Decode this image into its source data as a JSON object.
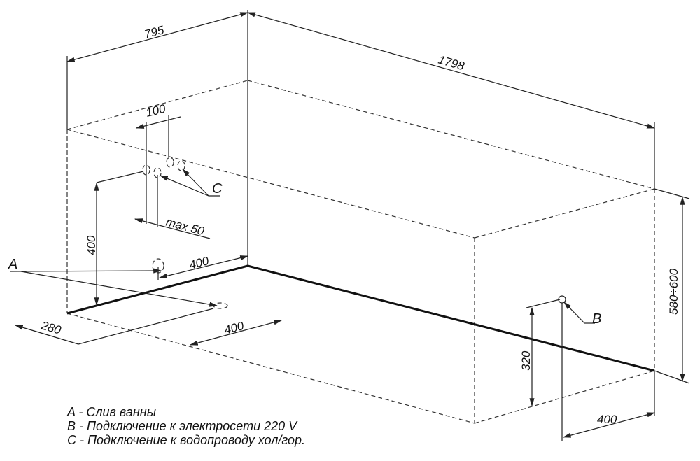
{
  "dimensions": {
    "width_795": "795",
    "length_1798": "1798",
    "height_range": "580÷600",
    "pipe_spacing": "100",
    "pipe_offset": "max 50",
    "water_height": "400",
    "drain_side": "400",
    "drain_depth": "280",
    "drain_front": "400",
    "power_height": "320",
    "power_side": "400"
  },
  "markers": {
    "a": "A",
    "b": "B",
    "c": "C"
  },
  "legend": [
    "A - Слив ванны",
    "B - Подключение к электросети 220 V",
    "C - Подключение к водопроводу хол/гор."
  ]
}
